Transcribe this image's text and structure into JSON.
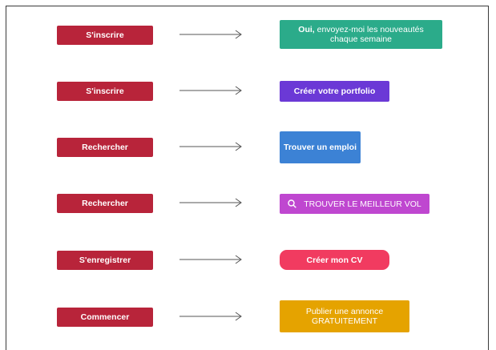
{
  "rows": [
    {
      "before_label": "S'inscrire",
      "after_strong": "Oui,",
      "after_label": " envoyez-moi les nouveautés chaque semaine"
    },
    {
      "before_label": "S'inscrire",
      "after_label": "Créer votre portfolio"
    },
    {
      "before_label": "Rechercher",
      "after_label": "Trouver un emploi"
    },
    {
      "before_label": "Rechercher",
      "after_label": "TROUVER LE MEILLEUR VOL",
      "after_icon": "search-icon"
    },
    {
      "before_label": "S'enregistrer",
      "after_label": "Créer mon CV"
    },
    {
      "before_label": "Commencer",
      "after_label": "Publier une annonce GRATUITEMENT"
    }
  ],
  "colors": {
    "before_bg": "#b8243a",
    "after_1": "#2bab8a",
    "after_2": "#6b39d6",
    "after_3": "#3c82d5",
    "after_4": "#bf47d0",
    "after_5": "#f13b60",
    "after_6": "#e5a300"
  }
}
